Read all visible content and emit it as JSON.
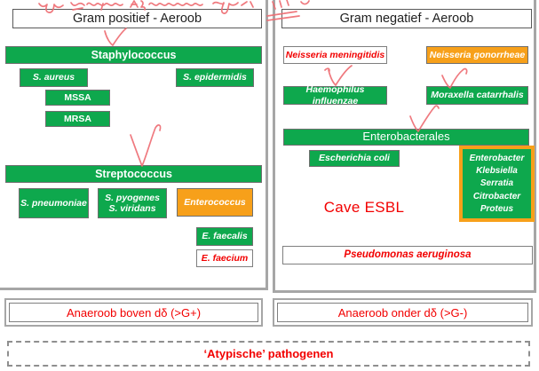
{
  "colors": {
    "green": "#0ea84d",
    "orange": "#f7a01a",
    "red": "#f20000",
    "panel_border": "#a6a6a6",
    "annotation_ink": "#ee6e74"
  },
  "left_panel": {
    "header": "Gram positief - Aeroob",
    "staphylococcus": "Staphylococcus",
    "s_aureus": "S. aureus",
    "s_epidermidis": "S. epidermidis",
    "mssa": "MSSA",
    "mrsa": "MRSA",
    "streptococcus": "Streptococcus",
    "s_pneumoniae": "S. pneumoniae",
    "pyogenes_viridans": {
      "line1": "S. pyogenes",
      "line2": "S. viridans"
    },
    "enterococcus": "Enterococcus",
    "e_faecalis": "E. faecalis",
    "e_faecium": "E. faecium"
  },
  "right_panel": {
    "header": "Gram negatief - Aeroob",
    "neisseria_meningitidis": "Neisseria meningitidis",
    "neisseria_gonorrheae": "Neisseria gonorrheae",
    "haemophilus_influenzae": "Haemophilus influenzae",
    "moraxella_catarrhalis": "Moraxella catarrhalis",
    "enterobacterales": "Enterobacterales",
    "escherichia_coli": "Escherichia coli",
    "entero_group": {
      "line1": "Enterobacter",
      "line2": "Klebsiella",
      "line3": "Serratia",
      "line4": "Citrobacter",
      "line5": "Proteus"
    },
    "cave_esbl": "Cave ESBL",
    "pseudomonas": "Pseudomonas aeruginosa"
  },
  "bottom": {
    "anaerob_left": "Anaeroob boven dδ (>G+)",
    "anaerob_right": "Anaeroob onder dδ (>G-)",
    "atypical": "‘Atypische’ pathogenen"
  }
}
